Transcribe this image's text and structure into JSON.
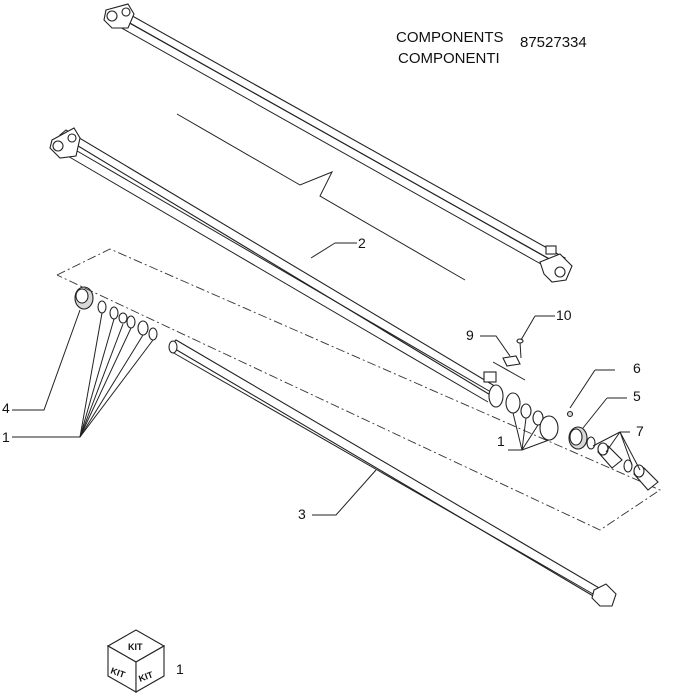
{
  "header": {
    "title_en": "COMPONENTS",
    "title_it": "COMPONENTI",
    "part_number": "87527334"
  },
  "callouts": {
    "c1_left": "1",
    "c1_right": "1",
    "c2": "2",
    "c3": "3",
    "c4": "4",
    "c5": "5",
    "c6": "6",
    "c7": "7",
    "c9": "9",
    "c10": "10"
  },
  "kit": {
    "top_label": "KIT",
    "left_label": "KIT",
    "right_label": "KIT",
    "ref": "1"
  }
}
